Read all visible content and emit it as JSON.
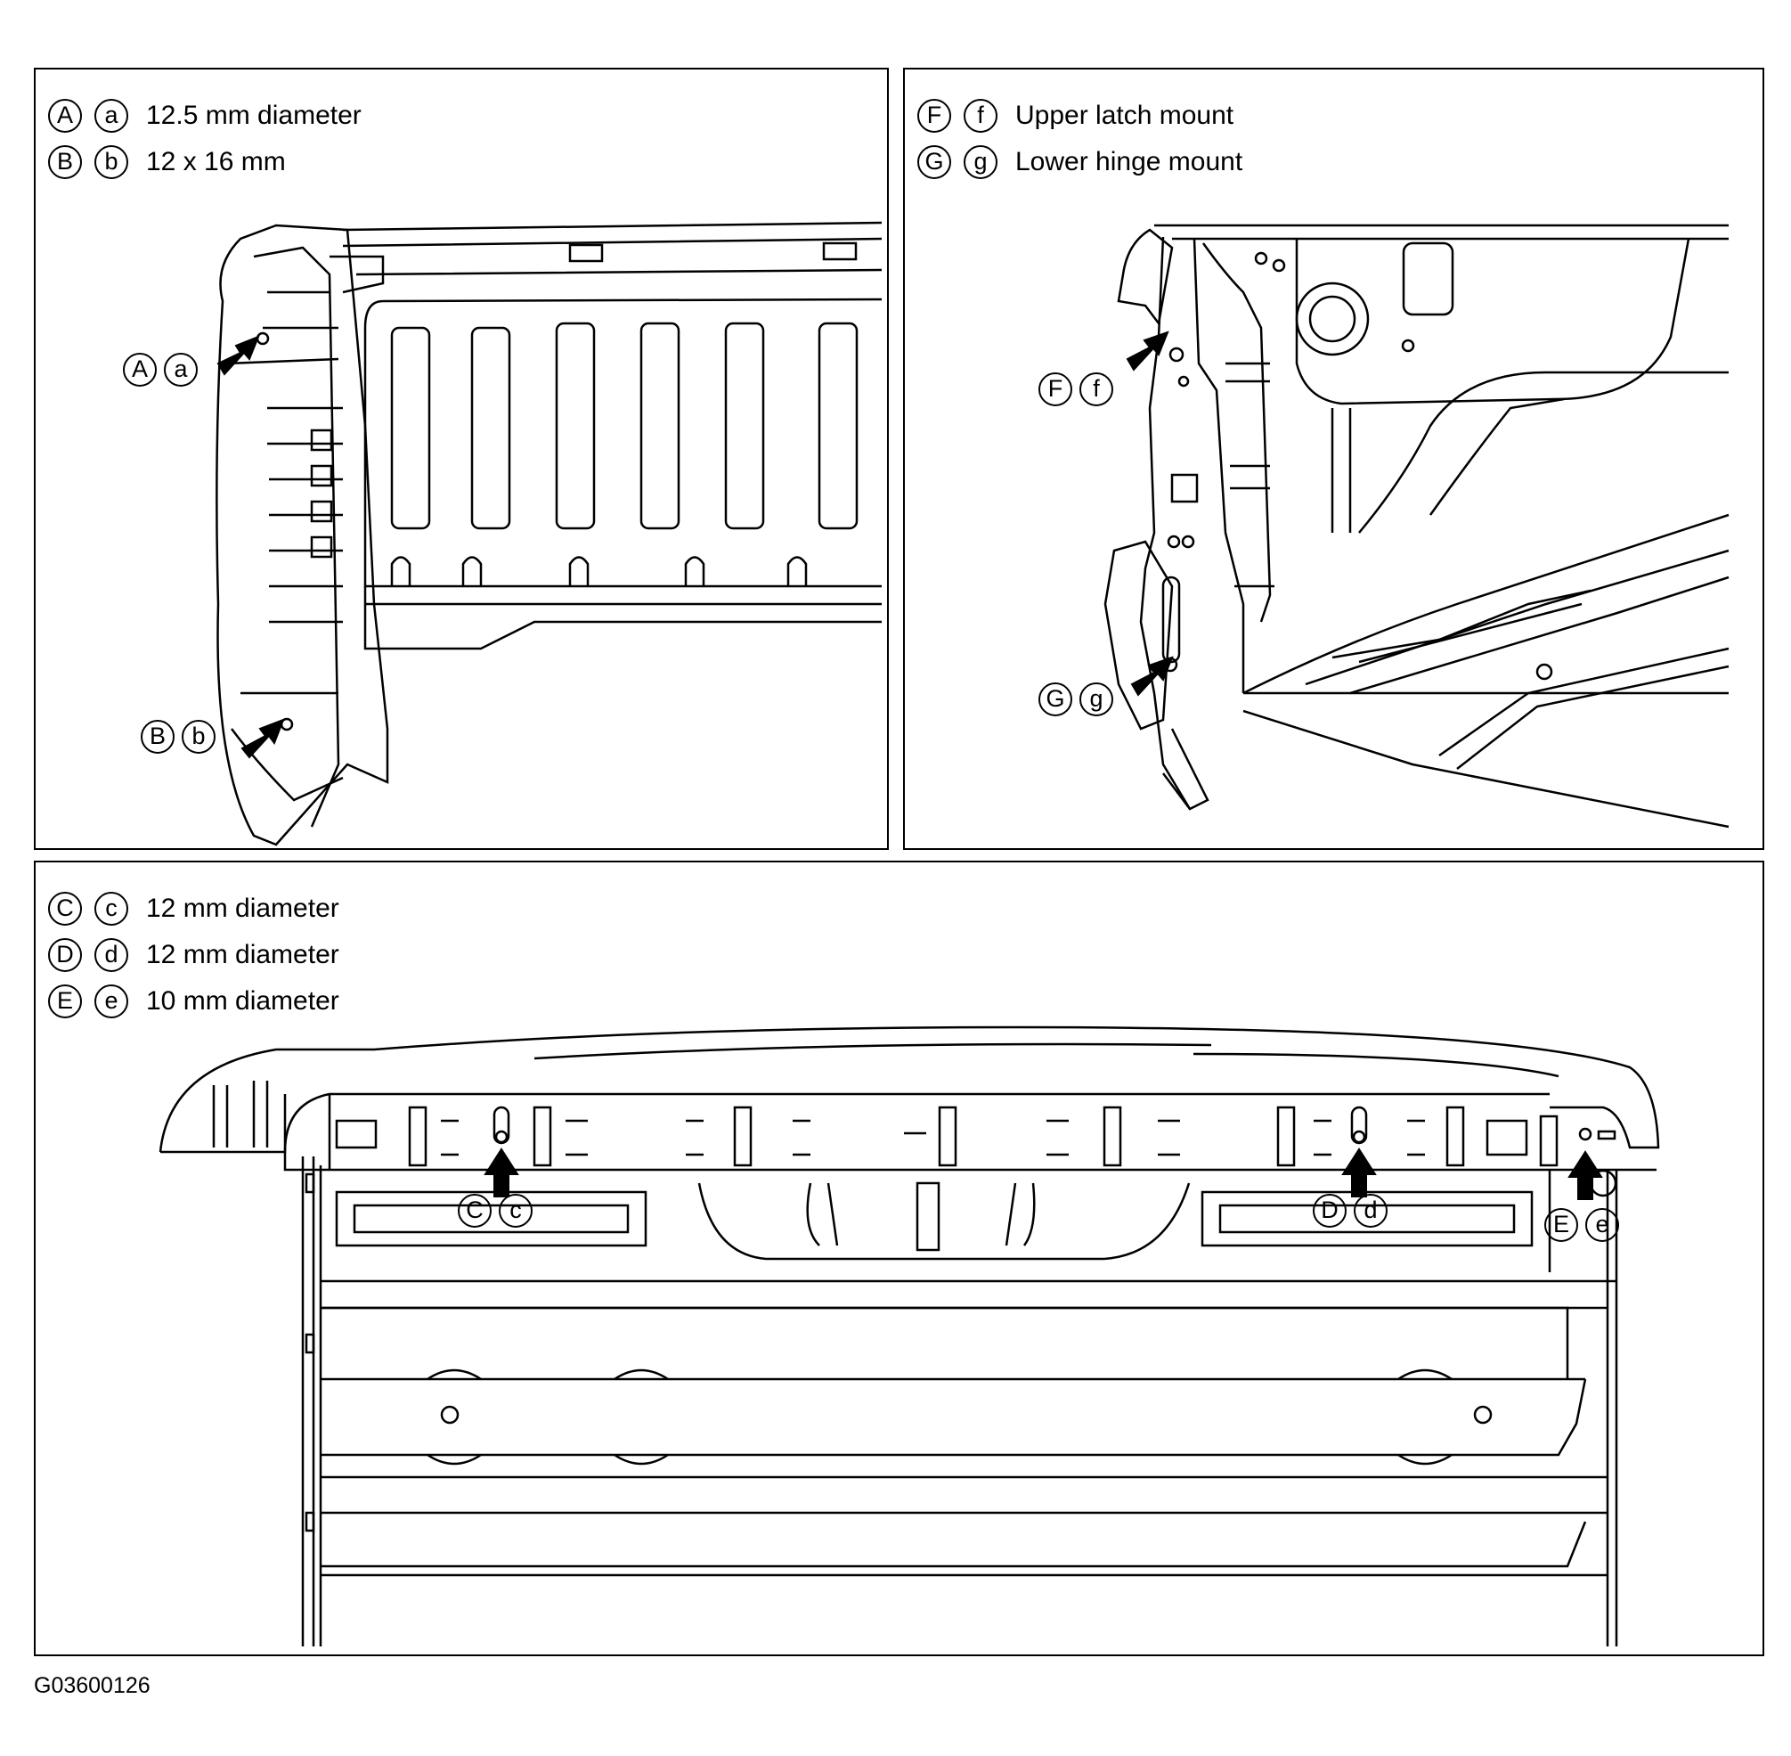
{
  "panels": {
    "ab": {
      "legend": [
        {
          "upper": "A",
          "lower": "a",
          "text": "12.5 mm diameter"
        },
        {
          "upper": "B",
          "lower": "b",
          "text": "12 x 16 mm"
        }
      ],
      "callouts": [
        {
          "upper": "A",
          "lower": "a"
        },
        {
          "upper": "B",
          "lower": "b"
        }
      ]
    },
    "fg": {
      "legend": [
        {
          "upper": "F",
          "lower": "f",
          "text": "Upper latch mount"
        },
        {
          "upper": "G",
          "lower": "g",
          "text": "Lower hinge mount"
        }
      ],
      "callouts": [
        {
          "upper": "F",
          "lower": "f"
        },
        {
          "upper": "G",
          "lower": "g"
        }
      ]
    },
    "cde": {
      "legend": [
        {
          "upper": "C",
          "lower": "c",
          "text": "12 mm diameter"
        },
        {
          "upper": "D",
          "lower": "d",
          "text": "12 mm diameter"
        },
        {
          "upper": "E",
          "lower": "e",
          "text": "10 mm diameter"
        }
      ],
      "callouts": [
        {
          "upper": "C",
          "lower": "c"
        },
        {
          "upper": "D",
          "lower": "d"
        },
        {
          "upper": "E",
          "lower": "e"
        }
      ]
    }
  },
  "figure_id": "G03600126"
}
